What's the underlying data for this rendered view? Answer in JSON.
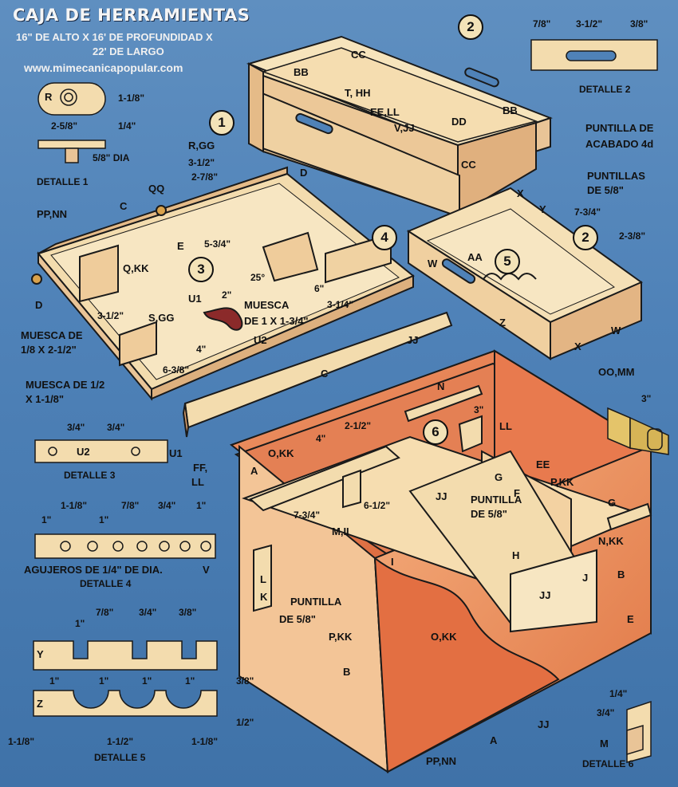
{
  "header": {
    "title": "CAJA DE HERRAMIENTAS",
    "subtitle_1": "16\" DE ALTO X 16' DE PROFUNDIDAD X",
    "subtitle_2": "22' DE LARGO",
    "website": "www.mimecanicapopular.com"
  },
  "colors": {
    "background": "#4f82b8",
    "wood_light": "#f3dcae",
    "wood_mid": "#e9b98a",
    "wood_dark": "#d98f5e",
    "interior_orange": "#e8764c",
    "line": "#1a1a1a"
  },
  "callouts": [
    {
      "id": "1",
      "text": "1"
    },
    {
      "id": "2a",
      "text": "2"
    },
    {
      "id": "2b",
      "text": "2"
    },
    {
      "id": "3",
      "text": "3"
    },
    {
      "id": "4",
      "text": "4"
    },
    {
      "id": "5",
      "text": "5"
    },
    {
      "id": "6",
      "text": "6"
    }
  ],
  "details": {
    "d1": {
      "title": "DETALLE 1",
      "r": "R",
      "dim_height": "1-1/8\"",
      "dim_length": "2-5/8\"",
      "dim_quarter": "1/4\"",
      "dim_dia": "5/8\" DIA"
    },
    "d2": {
      "title": "DETALLE 2",
      "dim_a": "7/8\"",
      "dim_b": "3-1/2\"",
      "dim_c": "3/8\""
    },
    "d3": {
      "title": "DETALLE 3",
      "dim_a": "3/4\"",
      "dim_b": "3/4\"",
      "u2": "U2",
      "u1": "U1"
    },
    "d4": {
      "title": "DETALLE 4",
      "dim_a": "1-1/8\"",
      "dim_b": "7/8\"",
      "dim_c": "3/4\"",
      "dim_d": "1\"",
      "dim_e": "1\"",
      "dim_f": "1\"",
      "holes_label": "AGUJEROS DE 1/4\" DE DIA.",
      "v": "V"
    },
    "d5": {
      "title": "DETALLE 5",
      "y": "Y",
      "z": "Z",
      "dim_1": "1\"",
      "dim_2": "7/8\"",
      "dim_3": "3/4\"",
      "dim_4": "3/8\"",
      "dim_5": "1\"",
      "dim_6": "1\"",
      "dim_7": "1\"",
      "dim_8": "1\"",
      "dim_9": "3/8\"",
      "dim_10": "1/2\"",
      "dim_11": "1-1/8\"",
      "dim_12": "1-1/2\"",
      "dim_13": "1-1/8\""
    },
    "d6": {
      "title": "DETALLE 6",
      "dim_a": "1/4\"",
      "dim_b": "3/4\"",
      "m": "M"
    }
  },
  "labels": {
    "cc_top": "CC",
    "bb_left": "BB",
    "bb_right": "BB",
    "dd": "DD",
    "cc_front": "CC",
    "t_hh": "T, HH",
    "ee_ll": "EE,LL",
    "v_jj": "V,JJ",
    "r_gg": "R,GG",
    "dim_312": "3-1/2\"",
    "dim_278": "2-7/8\"",
    "d_top": "D",
    "qq": "QQ",
    "pp_nn_top": "PP,NN",
    "c_top": "C",
    "e_tray": "E",
    "dim_534": "5-3/4\"",
    "q_kk": "Q,KK",
    "d_left": "D",
    "dim_312b": "3-1/2\"",
    "u1": "U1",
    "dim_2": "2\"",
    "angle": "25°",
    "dim_6": "6\"",
    "dim_314": "3-1/4\"",
    "muesca_1a": "MUESCA",
    "muesca_1b": "DE 1 X 1-3/4\"",
    "s_gg": "S,GG",
    "muesca_2a": "MUESCA DE",
    "muesca_2b": "1/8 X 2-1/2\"",
    "u2": "U2",
    "dim_4": "4\"",
    "dim_638": "6-3/8\"",
    "muesca_3a": "MUESCA DE 1/2",
    "muesca_3b": "X 1-1/8\"",
    "c_rail": "C",
    "jj_rail": "JJ",
    "puntilla_acabado_1": "PUNTILLA DE",
    "puntilla_acabado_2": "ACABADO 4d",
    "puntillas_58_1": "PUNTILLAS",
    "puntillas_58_2": "DE 5/8\"",
    "x_top": "X",
    "y_small": "Y",
    "dim_734": "7-3/4\"",
    "dim_238": "2-3/8\"",
    "w_left": "W",
    "aa": "AA",
    "z_small": "Z",
    "x_bottom": "X",
    "w_right": "W",
    "n_top": "N",
    "dim_212": "2-1/2\"",
    "dim_3": "3\"",
    "dim_4b": "4\"",
    "oo_mm": "OO,MM",
    "dim_3b": "3\"",
    "o_kk": "O,KK",
    "a_left": "A",
    "ff_ll_1": "FF,",
    "ff_ll_2": "LL",
    "ll_inner": "LL",
    "ee_inner": "EE",
    "g_left": "G",
    "p_kk_right": "P,KK",
    "f_lbl": "F",
    "g_right": "G",
    "dim_734b": "7-3/4\"",
    "dim_612": "6-1/2\"",
    "jj_mid": "JJ",
    "puntilla_58_1": "PUNTILLA",
    "puntilla_58_2": "DE 5/8\"",
    "m_ii": "M,II",
    "n_kk": "N,KK",
    "h_lbl": "H",
    "i_lbl": "I",
    "j_lbl": "J",
    "b_right": "B",
    "l_lbl": "L",
    "k_lbl": "K",
    "puntilla_58b_1": "PUNTILLA",
    "puntilla_58b_2": "DE 5/8\"",
    "jj_lower": "JJ",
    "e_lower": "E",
    "p_kk_lower": "P,KK",
    "o_kk_lower": "O,KK",
    "b_front": "B",
    "a_bottom": "A",
    "jj_bottom": "JJ",
    "pp_nn_bottom": "PP,NN"
  }
}
